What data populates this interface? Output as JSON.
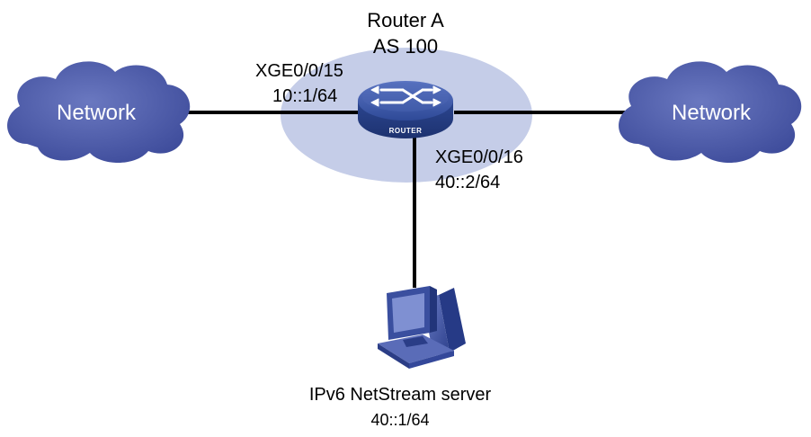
{
  "router": {
    "name": "Router A",
    "as_label": "AS 100",
    "device_label": "ROUTER"
  },
  "interfaces": {
    "left": {
      "name": "XGE0/0/15",
      "ip": "10::1/64"
    },
    "down": {
      "name": "XGE0/0/16",
      "ip": "40::2/64"
    }
  },
  "clouds": {
    "left": "Network",
    "right": "Network"
  },
  "server": {
    "name": "IPv6 NetStream server",
    "ip": "40::1/64"
  },
  "colors": {
    "as_area": "#c5cde8",
    "cloud": "#4a59a6",
    "router": "#3d57a6",
    "link": "#000000"
  }
}
